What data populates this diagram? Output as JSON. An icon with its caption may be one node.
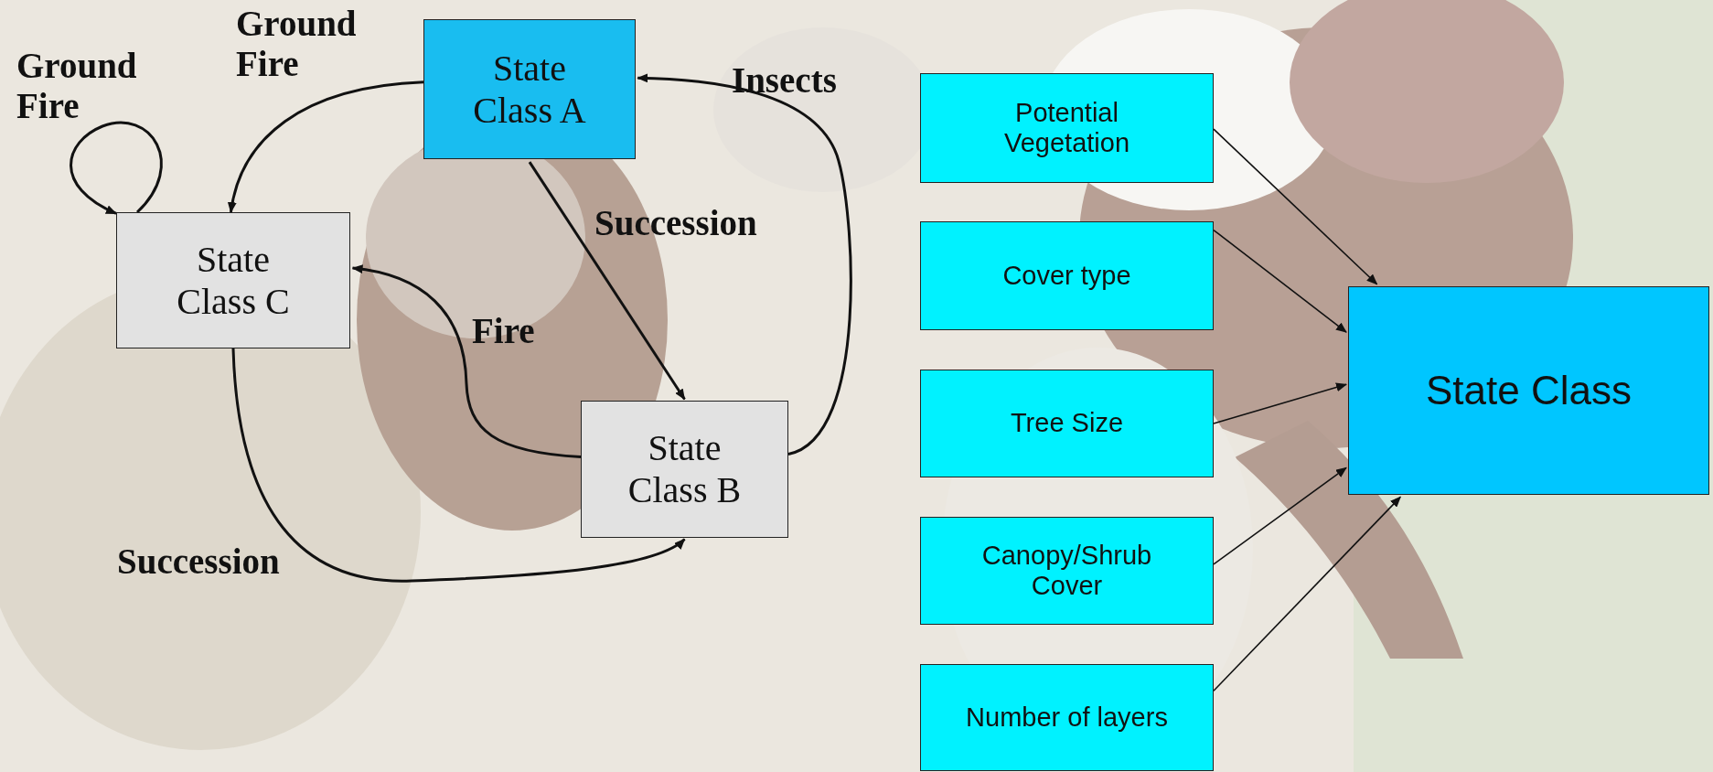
{
  "diagram": {
    "nodes": [
      {
        "text": [
          "State Class A"
        ]
      },
      {
        "text": [
          "State Class C"
        ]
      },
      {
        "text": [
          "State Class B"
        ]
      },
      {
        "text": [
          "Potential Vegetation"
        ]
      },
      {
        "text": [
          "Cover type"
        ]
      },
      {
        "text": [
          "Tree Size"
        ]
      },
      {
        "text": [
          "Canopy/Shrub Cover"
        ]
      },
      {
        "text": [
          "Number of layers"
        ]
      },
      {
        "text": [
          "State Class"
        ]
      }
    ],
    "edges": [
      {
        "from": 0,
        "to": 1,
        "arrow": "to",
        "label": "Ground Fire"
      },
      {
        "from": 1,
        "to": 1,
        "arrow": "to",
        "label": "Ground Fire"
      },
      {
        "from": 0,
        "to": 2,
        "arrow": "to",
        "label": "Succession"
      },
      {
        "from": 2,
        "to": 0,
        "arrow": "to",
        "label": "Insects"
      },
      {
        "from": 2,
        "to": 1,
        "arrow": "to",
        "label": "Fire"
      },
      {
        "from": 1,
        "to": 2,
        "arrow": "to",
        "label": "Succession"
      },
      {
        "from": 3,
        "to": 8,
        "arrow": "to"
      },
      {
        "from": 4,
        "to": 8,
        "arrow": "to"
      },
      {
        "from": 5,
        "to": 8,
        "arrow": "to"
      },
      {
        "from": 6,
        "to": 8,
        "arrow": "to"
      },
      {
        "from": 7,
        "to": 8,
        "arrow": "to"
      }
    ]
  }
}
